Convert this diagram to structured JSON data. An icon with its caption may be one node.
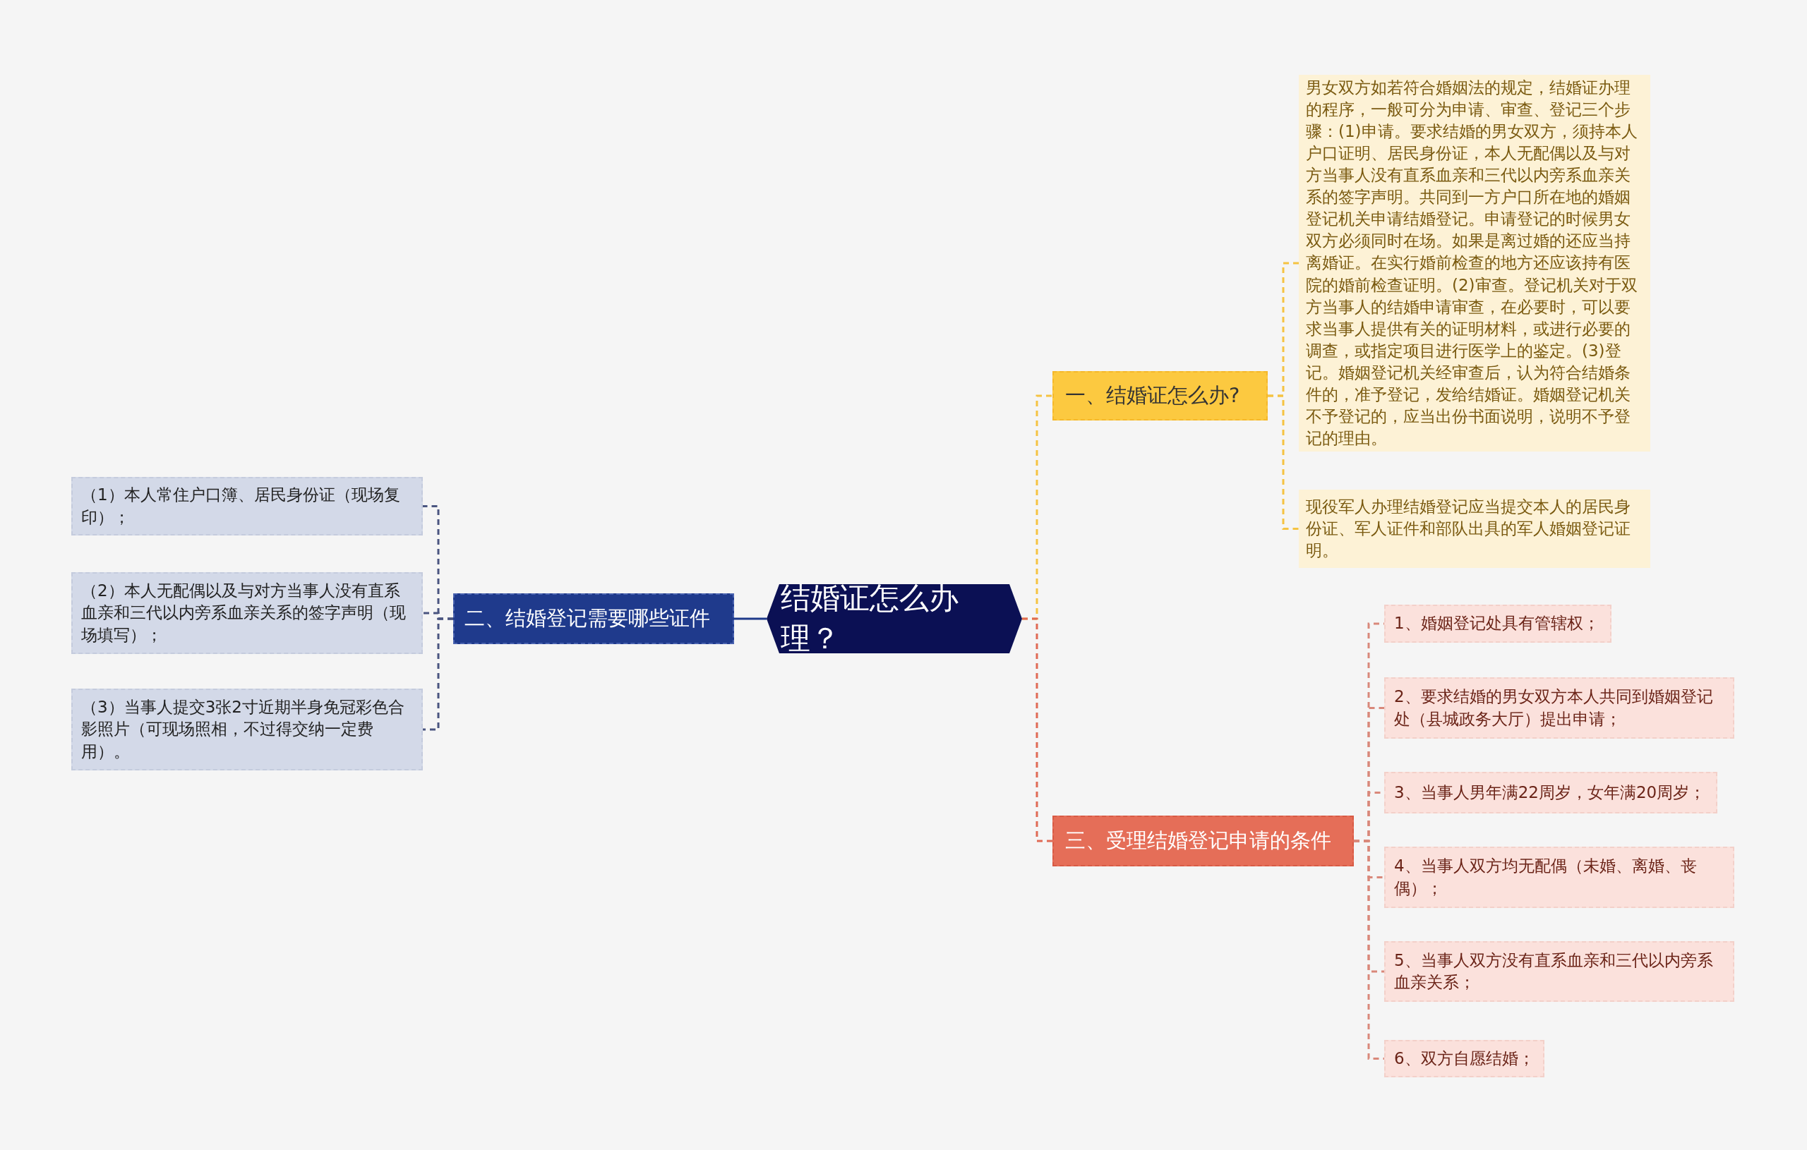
{
  "diagram": {
    "nodes": [
      {
        "text": [
          "结婚证怎么办理？"
        ]
      },
      {
        "text": [
          "一、结婚证怎么办?"
        ]
      },
      {
        "text": [
          "男女双方如若符合婚姻法的规定，结婚证办理的程序，一般可分为申请、审查、登记三个步骤：(1)申请。要求结婚的男女双方，须持本人户口证明、居民身份证，本人无配偶以及与对方当事人没有直系血亲和三代以内旁系血亲关系的签字声明。共同到一方户口所在地的婚姻登记机关申请结婚登记。申请登记的时候男女双方必须同时在场。如果是离过婚的还应当持离婚证。在实行婚前检查的地方还应该持有医院的婚前检查证明。(2)审查。登记机关对于双方当事人的结婚申请审查，在必要时，可以要求当事人提供有关的证明材料，或进行必要的调查，或指定项目进行医学上的鉴定。(3)登记。婚姻登记机关经审查后，认为符合结婚条件的，准予登记，发给结婚证。婚姻登记机关不予登记的，应当出份书面说明，说明不予登记的理由。"
        ]
      },
      {
        "text": [
          "现役军人办理结婚登记应当提交本人的居民身份证、军人证件和部队出具的军人婚姻登记证明。"
        ]
      },
      {
        "text": [
          "二、结婚登记需要哪些证件"
        ]
      },
      {
        "text": [
          "（1）本人常住户口簿、居民身份证（现场复印）；"
        ]
      },
      {
        "text": [
          "（2）本人无配偶以及与对方当事人没有直系血亲和三代以内旁系血亲关系的签字声明（现场填写）；"
        ]
      },
      {
        "text": [
          "（3）当事人提交3张2寸近期半身免冠彩色合影照片（可现场照相，不过得交纳一定费用）。"
        ]
      },
      {
        "text": [
          "三、受理结婚登记申请的条件"
        ]
      },
      {
        "text": [
          "1、婚姻登记处具有管辖权；"
        ]
      },
      {
        "text": [
          "2、要求结婚的男女双方本人共同到婚姻登记处（县城政务大厅）提出申请；"
        ]
      },
      {
        "text": [
          "3、当事人男年满22周岁，女年满20周岁；"
        ]
      },
      {
        "text": [
          "4、当事人双方均无配偶（未婚、离婚、丧偶）；"
        ]
      },
      {
        "text": [
          "5、当事人双方没有直系血亲和三代以内旁系血亲关系；"
        ]
      },
      {
        "text": [
          "6、双方自愿结婚；"
        ]
      }
    ],
    "edges": [
      {
        "from": 0,
        "to": 1,
        "arrow": "none",
        "style": "dashed",
        "color": "#f5c342"
      },
      {
        "from": 1,
        "to": 2,
        "arrow": "none",
        "style": "dashed",
        "color": "#f5c342"
      },
      {
        "from": 1,
        "to": 3,
        "arrow": "none",
        "style": "dashed",
        "color": "#f5c342"
      },
      {
        "from": 0,
        "to": 4,
        "arrow": "none",
        "color": "#1e3a8a"
      },
      {
        "from": 4,
        "to": 5,
        "arrow": "none",
        "style": "dashed",
        "color": "#4a5580"
      },
      {
        "from": 4,
        "to": 6,
        "arrow": "none",
        "style": "dashed",
        "color": "#4a5580"
      },
      {
        "from": 4,
        "to": 7,
        "arrow": "none",
        "style": "dashed",
        "color": "#4a5580"
      },
      {
        "from": 0,
        "to": 8,
        "arrow": "none",
        "style": "dashed",
        "color": "#e06a55"
      },
      {
        "from": 8,
        "to": 9,
        "arrow": "none",
        "style": "dashed",
        "color": "#d9887a"
      },
      {
        "from": 8,
        "to": 10,
        "arrow": "none",
        "style": "dashed",
        "color": "#d9887a"
      },
      {
        "from": 8,
        "to": 11,
        "arrow": "none",
        "style": "dashed",
        "color": "#d9887a"
      },
      {
        "from": 8,
        "to": 12,
        "arrow": "none",
        "style": "dashed",
        "color": "#d9887a"
      },
      {
        "from": 8,
        "to": 13,
        "arrow": "none",
        "style": "dashed",
        "color": "#d9887a"
      },
      {
        "from": 8,
        "to": 14,
        "arrow": "none",
        "style": "dashed",
        "color": "#d9887a"
      }
    ]
  }
}
